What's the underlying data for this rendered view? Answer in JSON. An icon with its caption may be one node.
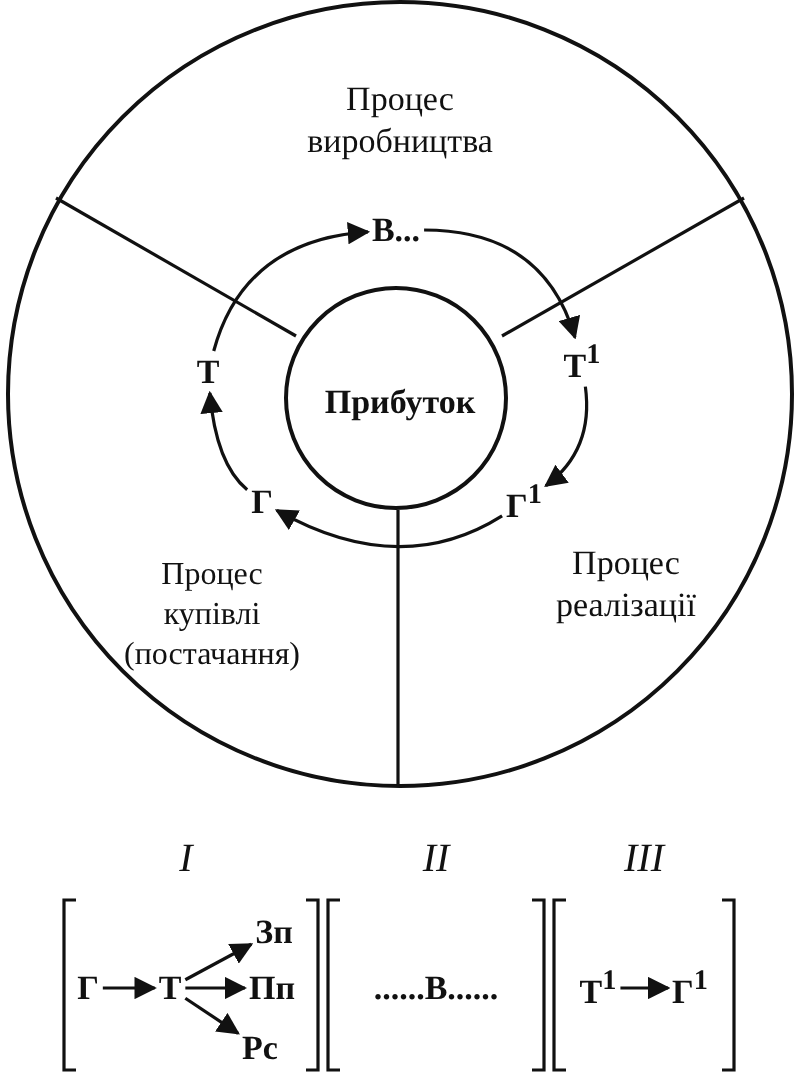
{
  "diagram": {
    "nodes": [
      {
        "text": [
          "Процес виробництва",
          "Процес купівлі (постачання)",
          "Процес реалізації"
        ]
      },
      {
        "text": [
          "Прибуток"
        ],
        "in": 0
      },
      {
        "text": [
          "Т"
        ],
        "in": 0
      },
      {
        "text": [
          "В..."
        ],
        "in": 0
      },
      {
        "text": [
          "Т$^{1}$"
        ],
        "in": 0
      },
      {
        "text": [
          "Г$^{1}$"
        ],
        "in": 0
      },
      {
        "text": [
          "Г"
        ],
        "in": 0
      },
      {
        "text": [
          "Г"
        ]
      },
      {
        "text": [
          "Т"
        ]
      },
      {
        "text": [
          "Зп"
        ]
      },
      {
        "text": [
          "Пп"
        ]
      },
      {
        "text": [
          "Рс"
        ]
      },
      {
        "text": [
          "......В......"
        ]
      },
      {
        "text": [
          "Т$^{1}$"
        ]
      },
      {
        "text": [
          "Г$^{1}$"
        ]
      }
    ],
    "edges": [
      {
        "from": 2,
        "to": 3,
        "arrow": "to"
      },
      {
        "from": 3,
        "to": 4,
        "arrow": "to"
      },
      {
        "from": 4,
        "to": 5,
        "arrow": "to"
      },
      {
        "from": 5,
        "to": 6,
        "arrow": "to"
      },
      {
        "from": 6,
        "to": 2,
        "arrow": "to"
      },
      {
        "from": 7,
        "to": 8,
        "arrow": "to"
      },
      {
        "from": 8,
        "to": 9,
        "arrow": "to"
      },
      {
        "from": 8,
        "to": 10,
        "arrow": "to"
      },
      {
        "from": 8,
        "to": 11,
        "arrow": "to"
      },
      {
        "from": 13,
        "to": 14,
        "arrow": "to"
      }
    ],
    "labels": [
      "I",
      "II",
      "III"
    ]
  }
}
